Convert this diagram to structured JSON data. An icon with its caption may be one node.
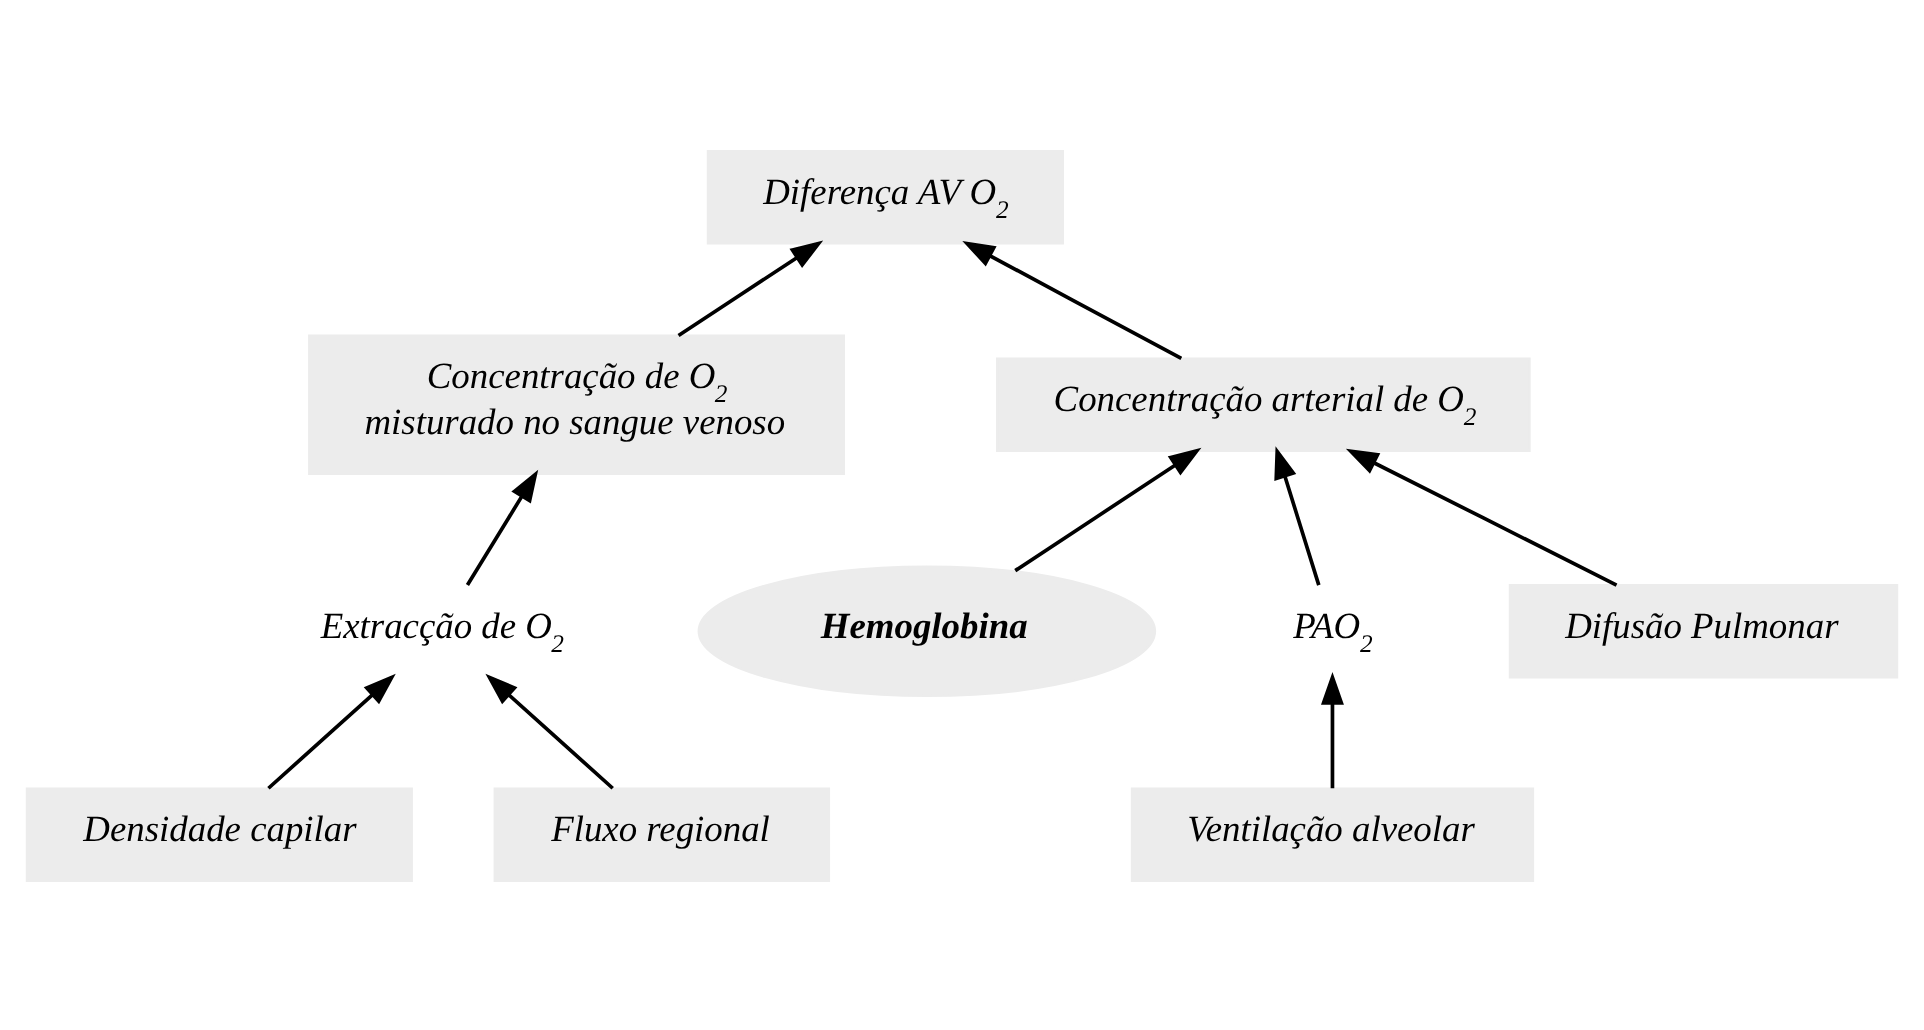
{
  "diagram": {
    "nodes": [
      {
        "text": [
          "Hemoglobina"
        ]
      },
      {
        "text": [
          "Diferença AV O$_{2}$"
        ]
      },
      {
        "text": [
          "Concentração arterial de O$_{2}$"
        ]
      },
      {
        "text": [
          "Concentração de O$_{2}$ misturado no sangue venoso"
        ]
      },
      {
        "text": [
          "PAO$_{2}$"
        ]
      },
      {
        "text": [
          "Extracção de O$_{2}$"
        ]
      },
      {
        "text": [
          "Ventilação alveolar"
        ]
      },
      {
        "text": [
          "Difusão Pulmonar"
        ]
      },
      {
        "text": [
          "Densidade capilar"
        ]
      },
      {
        "text": [
          "Fluxo regional"
        ]
      }
    ],
    "edges": [
      {
        "from": 0,
        "to": 2,
        "arrow": "to"
      },
      {
        "from": 2,
        "to": 1,
        "arrow": "to"
      },
      {
        "from": 3,
        "to": 1,
        "arrow": "to"
      },
      {
        "from": 4,
        "to": 2,
        "arrow": "to"
      },
      {
        "from": 7,
        "to": 2,
        "arrow": "to"
      },
      {
        "from": 6,
        "to": 4,
        "arrow": "to"
      },
      {
        "from": 5,
        "to": 3,
        "arrow": "to"
      },
      {
        "from": 8,
        "to": 5,
        "arrow": "to"
      },
      {
        "from": 9,
        "to": 5,
        "arrow": "to"
      }
    ]
  }
}
